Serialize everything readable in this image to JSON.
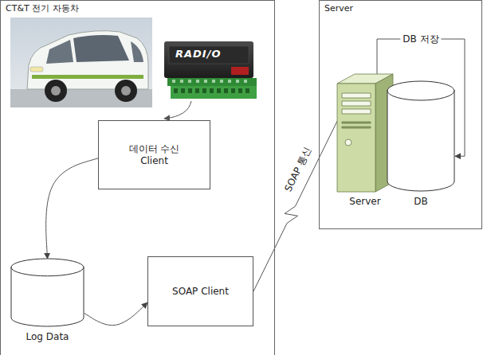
{
  "diagram": {
    "nodes": [
      {
        "text": [
          "CT&T 전기 자동차"
        ]
      },
      {
        "text": [
          "데이터 수신 Client"
        ],
        "in": 0
      },
      {
        "text": [
          "Log Data"
        ],
        "in": 0
      },
      {
        "text": [
          "SOAP Client"
        ],
        "in": 0
      },
      {
        "text": [
          "Server"
        ]
      },
      {
        "text": [
          "Server"
        ],
        "in": 4
      },
      {
        "text": [
          "DB"
        ],
        "in": 4
      }
    ],
    "edges": [
      {
        "from": 1,
        "to": 2,
        "arrow": "to"
      },
      {
        "from": 2,
        "to": 3,
        "arrow": "to"
      },
      {
        "from": 3,
        "to": 5,
        "label": "SOAP 통신",
        "arrow": "none"
      },
      {
        "from": 5,
        "to": 6,
        "label": "DB 저장",
        "arrow": "to"
      }
    ],
    "labels": [
      "RADI/O"
    ]
  }
}
